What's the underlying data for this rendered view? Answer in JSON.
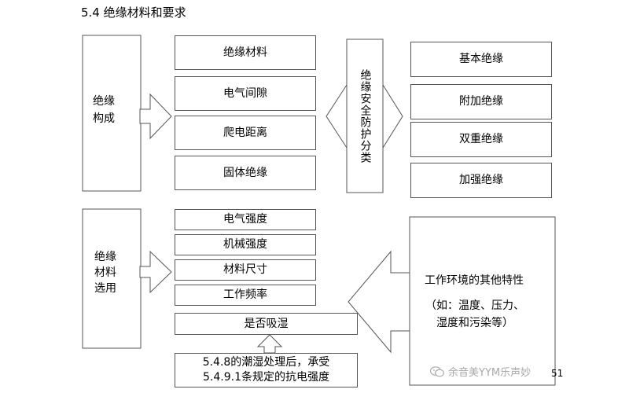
{
  "title": "5.4 绝缘材料和要求",
  "composition": {
    "label": "绝缘\n构成",
    "items": [
      "绝缘材料",
      "电气间隙",
      "爬电距离",
      "固体绝缘"
    ]
  },
  "protection": {
    "label": "绝缘安全防护分类",
    "items": [
      "基本绝缘",
      "附加绝缘",
      "双重绝缘",
      "加强绝缘"
    ]
  },
  "selection": {
    "label": "绝缘\n材料\n选用",
    "items": [
      "电气强度",
      "机械强度",
      "材料尺寸",
      "工作频率",
      "是否吸湿"
    ],
    "note": "5.4.8的潮湿处理后，承受\n5.4.9.1条规定的抗电强度"
  },
  "environment": {
    "heading": "工作环境的其他特性",
    "detail": "（如：温度、压力、\n湿度和污染等）"
  },
  "watermark": "余音美YYM乐声妙",
  "page_number": "51",
  "colors": {
    "border": "#555555",
    "watermark": "#a9a9a9"
  }
}
